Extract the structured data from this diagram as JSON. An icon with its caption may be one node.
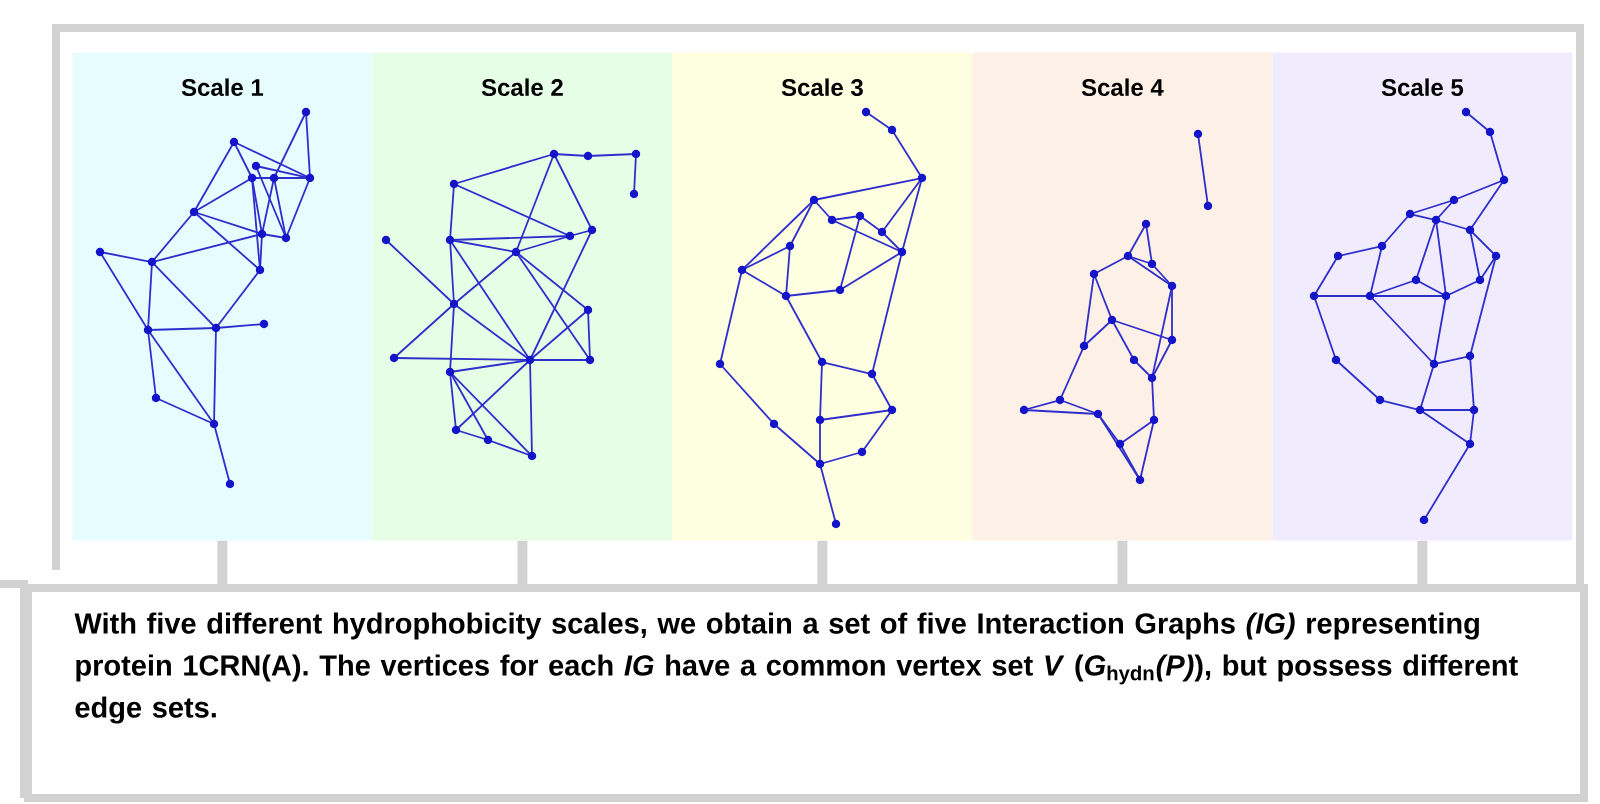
{
  "diagram": {
    "nodes": [
      {
        "text": [
          "Scale 1"
        ]
      },
      {
        "text": [
          "Scale 2"
        ]
      },
      {
        "text": [
          "Scale 3"
        ]
      },
      {
        "text": [
          "Scale 4"
        ]
      },
      {
        "text": [
          "Scale 5"
        ]
      },
      {
        "text": [
          "With five different hydrophobicity scales, we obtain a set of five Interaction Graphs *(IG)* representing protein 1CRN(A). The vertices for each *IG* have a common vertex set *V* (*G*$_{hydn}$*(P)*), but possess different edge sets."
        ]
      }
    ],
    "edges": [
      {
        "from": 0,
        "to": 5,
        "arrow": "none"
      },
      {
        "from": 1,
        "to": 5,
        "arrow": "none"
      },
      {
        "from": 2,
        "to": 5,
        "arrow": "none"
      },
      {
        "from": 3,
        "to": 5,
        "arrow": "none"
      },
      {
        "from": 4,
        "to": 5,
        "arrow": "none"
      }
    ]
  }
}
